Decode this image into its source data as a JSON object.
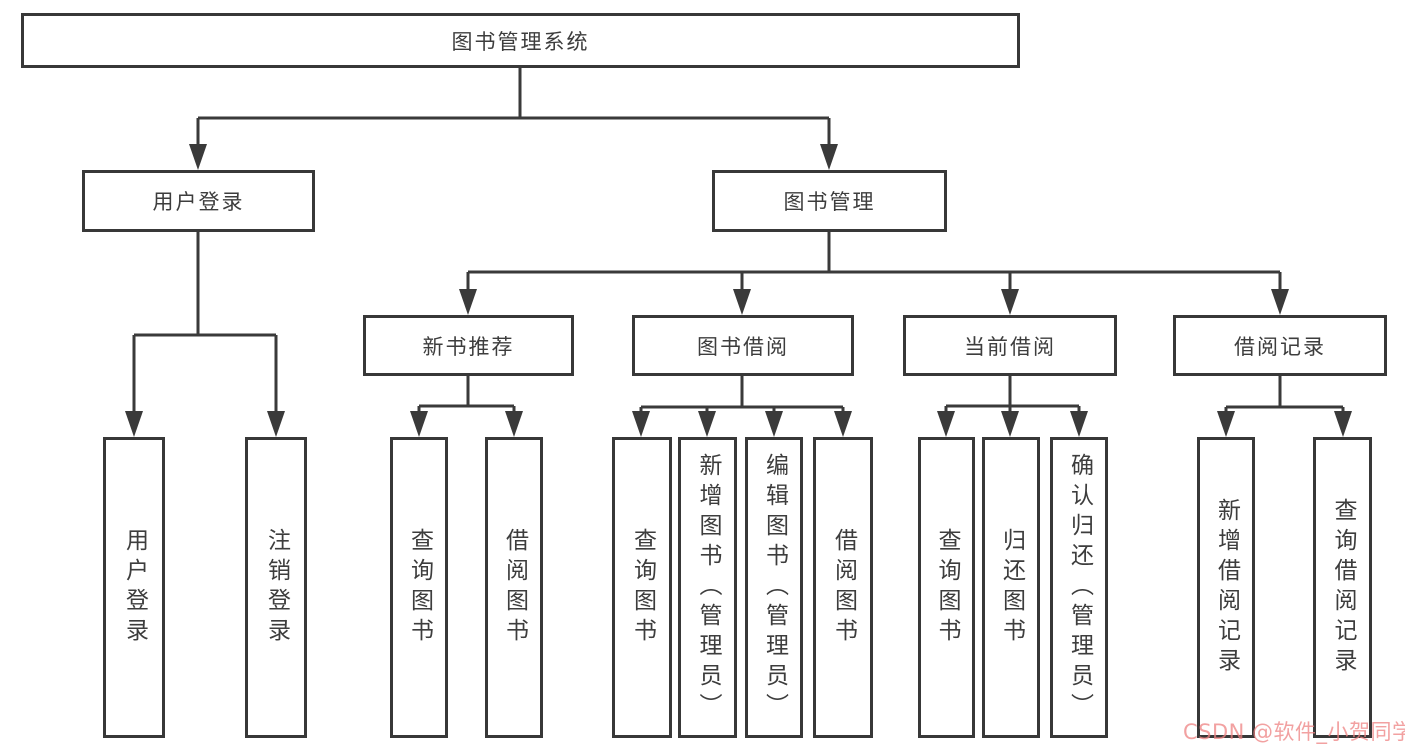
{
  "diagram_type": "hierarchy-tree",
  "tree": {
    "root": {
      "label": "图书管理系统",
      "children": [
        {
          "label": "用户登录",
          "children": [
            {
              "label": "用户登录"
            },
            {
              "label": "注销登录"
            }
          ]
        },
        {
          "label": "图书管理",
          "children": [
            {
              "label": "新书推荐",
              "children": [
                {
                  "label": "查询图书"
                },
                {
                  "label": "借阅图书"
                }
              ]
            },
            {
              "label": "图书借阅",
              "children": [
                {
                  "label": "查询图书"
                },
                {
                  "label": "新增图书（管理员）"
                },
                {
                  "label": "编辑图书（管理员）"
                },
                {
                  "label": "借阅图书"
                }
              ]
            },
            {
              "label": "当前借阅",
              "children": [
                {
                  "label": "查询图书"
                },
                {
                  "label": "归还图书"
                },
                {
                  "label": "确认归还（管理员）"
                }
              ]
            },
            {
              "label": "借阅记录",
              "children": [
                {
                  "label": "新增借阅记录"
                },
                {
                  "label": "查询借阅记录"
                }
              ]
            }
          ]
        }
      ]
    }
  },
  "watermark": {
    "text": "CSDN @软件_小贺同学",
    "color": "#ee8282"
  },
  "colors": {
    "background": "#ffffff",
    "box_border": "#383838",
    "connector_line": "#3a3a3a",
    "text": "#3d3d3d"
  }
}
